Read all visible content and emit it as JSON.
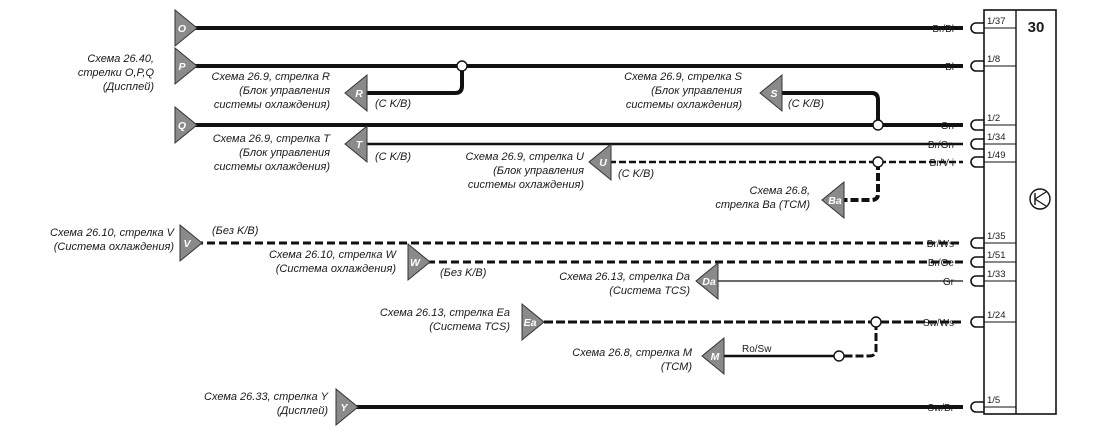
{
  "connector": {
    "label": "30"
  },
  "arrows": [
    {
      "id": "O",
      "label": "O"
    },
    {
      "id": "P",
      "label": "P"
    },
    {
      "id": "Q",
      "label": "Q"
    },
    {
      "id": "R",
      "label": "R"
    },
    {
      "id": "S",
      "label": "S"
    },
    {
      "id": "T",
      "label": "T"
    },
    {
      "id": "U",
      "label": "U"
    },
    {
      "id": "Ba",
      "label": "Ba"
    },
    {
      "id": "V",
      "label": "V"
    },
    {
      "id": "W",
      "label": "W"
    },
    {
      "id": "Da",
      "label": "Da"
    },
    {
      "id": "Ea",
      "label": "Ea"
    },
    {
      "id": "M",
      "label": "M"
    },
    {
      "id": "Y",
      "label": "Y"
    }
  ],
  "wires": [
    {
      "id": "O",
      "color": "Br/Bl",
      "pin": "1/37"
    },
    {
      "id": "P",
      "color": "Bl",
      "pin": "1/8"
    },
    {
      "id": "Q",
      "color": "Gn",
      "pin": "1/2"
    },
    {
      "id": "T",
      "color": "Br/Gn",
      "pin": "1/34"
    },
    {
      "id": "U",
      "color": "Br/V i",
      "pin": "1/49"
    },
    {
      "id": "V",
      "color": "Br/Ws",
      "pin": "1/35"
    },
    {
      "id": "W",
      "color": "Br/Ge",
      "pin": "1/51"
    },
    {
      "id": "Da",
      "color": "Gr",
      "pin": "1/33"
    },
    {
      "id": "Ea",
      "color": "Sw/Ws",
      "pin": "1/24"
    },
    {
      "id": "Y",
      "color": "Sw/Br",
      "pin": "1/5"
    }
  ],
  "extra_wire_labels": {
    "m_branch": "Ro/Sw"
  },
  "notes": {
    "pq_1": "Схема 26.40,",
    "pq_2": "стрелки O,P,Q",
    "pq_3": "(Дисплей)",
    "r_1": "Схема 26.9, стрелка R",
    "r_2": "(Блок управления",
    "r_3": "системы охлаждения)",
    "r_kb": "(С K/B)",
    "s_1": "Схема 26.9, стрелка S",
    "s_2": "(Блок управления",
    "s_3": "системы охлаждения)",
    "s_kb": "(С K/B)",
    "t_1": "Схема 26.9, стрелка T",
    "t_2": "(Блок управления",
    "t_3": "системы охлаждения)",
    "t_kb": "(С K/B)",
    "u_1": "Схема 26.9, стрелка U",
    "u_2": "(Блок управления",
    "u_3": "системы охлаждения)",
    "u_kb": "(С K/B)",
    "ba_1": "Схема 26.8,",
    "ba_2": "стрелка Ba (TCM)",
    "v_1": "Схема 26.10, стрелка V",
    "v_2": "(Система охлаждения)",
    "v_kb": "(Без K/B)",
    "w_1": "Схема 26.10, стрелка W",
    "w_2": "(Система охлаждения)",
    "w_kb": "(Без K/B)",
    "da_1": "Схема 26.13, стрелка Da",
    "da_2": "(Система TCS)",
    "ea_1": "Схема 26.13, стрелка Ea",
    "ea_2": "(Система TCS)",
    "m_1": "Схема 26.8, стрелка M",
    "m_2": "(TCM)",
    "y_1": "Схема 26.33, стрелка Y",
    "y_2": "(Дисплей)"
  },
  "icons": {
    "ground_symbol": "transistor-symbol-icon"
  }
}
